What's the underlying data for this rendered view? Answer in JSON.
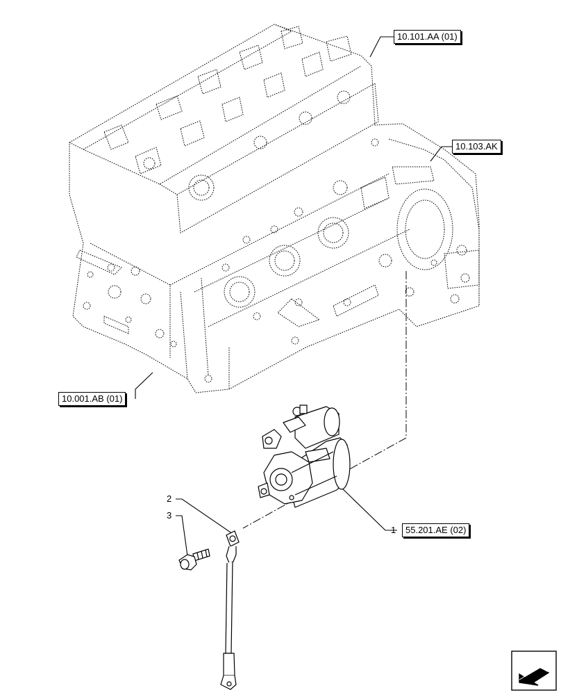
{
  "references": {
    "cylinder_head": "10.101.AA (01)",
    "flywheel_housing": "10.103.AK",
    "engine_block": "10.001.AB (01)",
    "starter_motor": "55.201.AE (02)"
  },
  "callouts": {
    "item_1": "1",
    "item_2": "2",
    "item_3": "3"
  },
  "icons": {
    "nav": "next-page-arrow-icon"
  },
  "colors": {
    "line": "#000000",
    "background": "#ffffff"
  }
}
